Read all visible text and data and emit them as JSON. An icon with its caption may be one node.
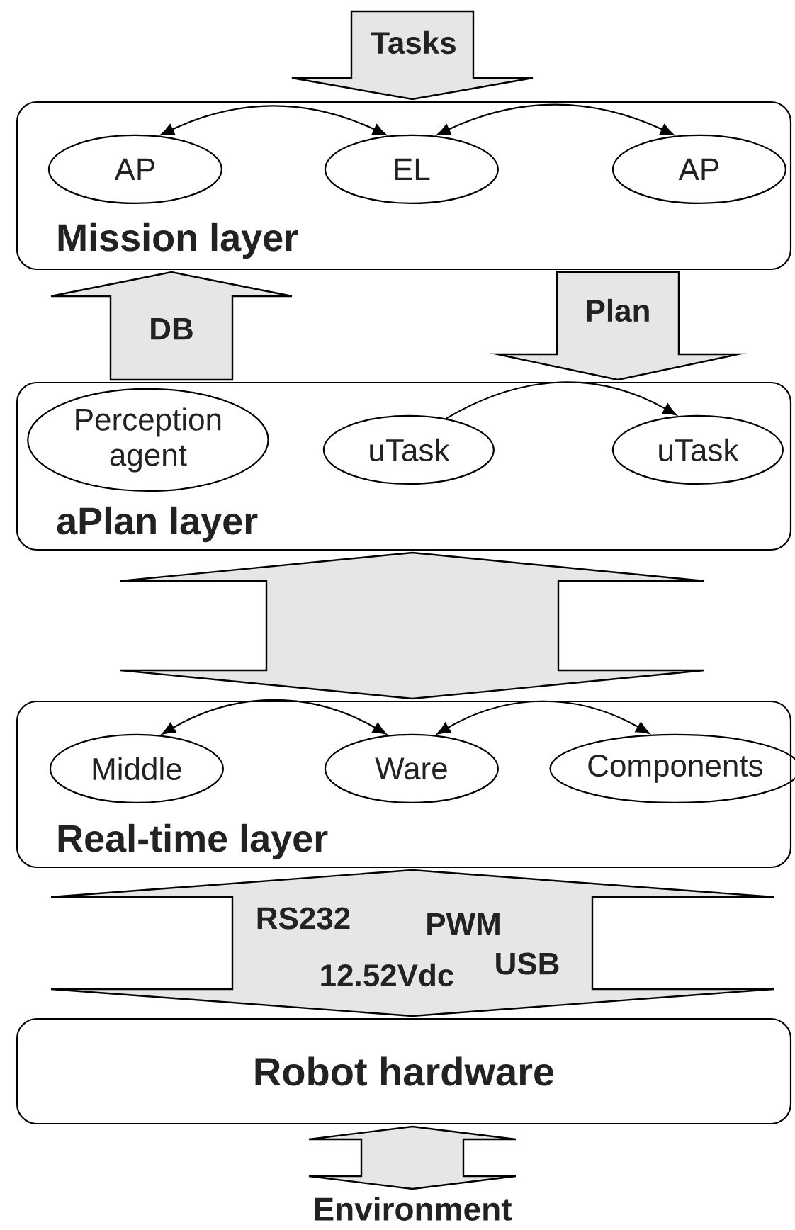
{
  "diagram": {
    "nodes": [
      {
        "text": [
          "Mission layer"
        ]
      },
      {
        "text": [
          "AP"
        ],
        "in": 0
      },
      {
        "text": [
          "EL"
        ],
        "in": 0
      },
      {
        "text": [
          "AP"
        ],
        "in": 0
      },
      {
        "text": [
          "aPlan layer"
        ]
      },
      {
        "text": [
          "Perception agent"
        ],
        "in": 4
      },
      {
        "text": [
          "uTask"
        ],
        "in": 4
      },
      {
        "text": [
          "uTask"
        ],
        "in": 4
      },
      {
        "text": [
          "Real-time layer"
        ]
      },
      {
        "text": [
          "Middle"
        ],
        "in": 8
      },
      {
        "text": [
          "Ware"
        ],
        "in": 8
      },
      {
        "text": [
          "Components"
        ],
        "in": 8
      },
      {
        "text": [
          "Robot hardware"
        ]
      },
      {
        "text": [
          "Environment"
        ]
      }
    ],
    "edges": [
      {
        "from": null,
        "to": 0,
        "arrow": "to",
        "label": "Tasks",
        "style": "thick"
      },
      {
        "from": 4,
        "to": 0,
        "arrow": "to",
        "label": "DB",
        "style": "thick"
      },
      {
        "from": 0,
        "to": 4,
        "arrow": "to",
        "label": "Plan",
        "style": "thick"
      },
      {
        "from": 4,
        "to": 8,
        "arrow": "both",
        "style": "thick"
      },
      {
        "from": 8,
        "to": 12,
        "arrow": "both",
        "style": "thick"
      },
      {
        "from": 12,
        "to": 13,
        "arrow": "both",
        "style": "thick"
      },
      {
        "from": 1,
        "to": 2,
        "arrow": "both"
      },
      {
        "from": 2,
        "to": 3,
        "arrow": "both"
      },
      {
        "from": 6,
        "to": 7,
        "arrow": "to"
      },
      {
        "from": 9,
        "to": 10,
        "arrow": "both"
      },
      {
        "from": 10,
        "to": 11,
        "arrow": "both"
      }
    ],
    "labels": [
      "RS232",
      "PWM",
      "12.52Vdc",
      "USB"
    ]
  }
}
